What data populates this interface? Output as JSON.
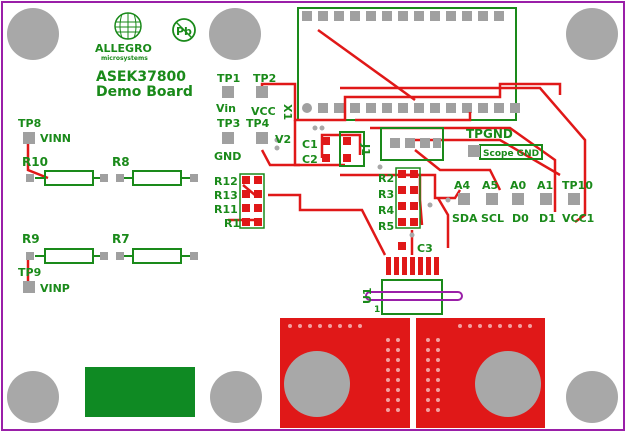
{
  "colors": {
    "trace": "#e01818",
    "silk": "#1a8a1a",
    "pad": "#a0a0a0",
    "outline": "#9a1fa8",
    "hole": "#a8a8a8",
    "copper_area": "#e01818"
  },
  "logo": {
    "brand": "ALLEGRO",
    "sub": "microsystems",
    "pb_icon": "Pb"
  },
  "board": {
    "title": "ASEK37800",
    "subtitle": "Demo Board"
  },
  "labels": {
    "tp1": "TP1",
    "tp2": "TP2",
    "tp3": "TP3",
    "tp4": "TP4",
    "tp8": "TP8",
    "tp9": "TP9",
    "tp10": "TP10",
    "tpgnd": "TPGND",
    "vin": "Vin",
    "vcc": "VCC",
    "gnd": "GND",
    "vinn": "VINN",
    "vinp": "VINP",
    "v2": "V2",
    "c1": "C1",
    "c2": "C2",
    "c3": "C3",
    "j1": "J1",
    "u1": "U1",
    "u1_pin": "1",
    "r1": "R1",
    "r2": "R2",
    "r3": "R3",
    "r4": "R4",
    "r5": "R5",
    "r7": "R7",
    "r8": "R8",
    "r9": "R9",
    "r10": "R10",
    "r11": "R11",
    "r12": "R12",
    "r13": "R13",
    "a4": "A4",
    "a5": "A5",
    "a0": "A0",
    "a1": "A1",
    "sda": "SDA",
    "scl": "SCL",
    "d0": "D0",
    "d1": "D1",
    "vcc1": "VCC1",
    "scope_gnd": "Scope GND",
    "x1": "X1"
  }
}
